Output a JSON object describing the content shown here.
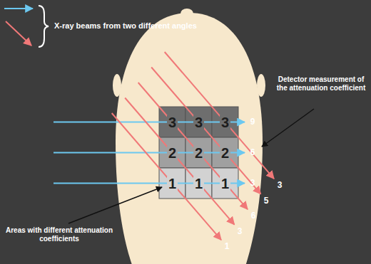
{
  "diagram": {
    "nodes": [
      {
        "text": [
          "3"
        ]
      },
      {
        "text": [
          "3"
        ]
      },
      {
        "text": [
          "3"
        ]
      },
      {
        "text": [
          "2"
        ]
      },
      {
        "text": [
          "2"
        ]
      },
      {
        "text": [
          "2"
        ]
      },
      {
        "text": [
          "1"
        ]
      },
      {
        "text": [
          "1"
        ]
      },
      {
        "text": [
          "1"
        ]
      }
    ],
    "labels": [
      "X-ray beams from two different angles",
      "Detector measurement of the attenuation coefficient",
      "9",
      "6",
      "3",
      "3",
      "5",
      "6",
      "3",
      "1",
      "Areas with different attenuation coefficients"
    ]
  }
}
